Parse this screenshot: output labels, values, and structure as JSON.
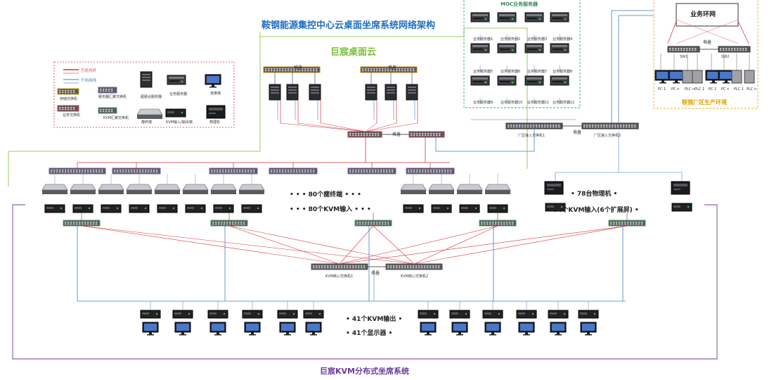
{
  "title": "鞍钢能源集控中心云桌面坐席系统网络架构",
  "cloud_label": "巨宸桌面云",
  "moc": {
    "label": "MOC业务服务器",
    "servers": [
      "业务服务器1",
      "业务服务器2",
      "业务服务器3",
      "业务服务器4",
      "业务服务器5",
      "业务服务器6",
      "业务服务器7",
      "业务服务器8",
      "业务服务器9",
      "业务服务器10",
      "业务服务器11",
      "业务服务器12"
    ]
  },
  "plant": {
    "ring_label": "业务环网",
    "stack_label": "堆叠",
    "label": "鞍钢厂区生产环境",
    "switches": [
      "SW1",
      "SW2"
    ],
    "devices": [
      "PC 1",
      "PC n",
      "PLC 1",
      "PLC n",
      "PC 1",
      "PC n",
      "PLC 1",
      "PLC n"
    ]
  },
  "legend": {
    "items": [
      "万兆光纤",
      "千兆网线"
    ],
    "devices": [
      "存储交换机",
      "服务器汇聚交换机",
      "超融合服务器",
      "业务服务器",
      "坐席端",
      "业务交换机",
      "KVM汇聚交换机",
      "瘦终端",
      "KVM输入/输出端",
      "物理机"
    ]
  },
  "cloud": {
    "stack_labels": [
      "堆叠",
      "堆叠",
      "堆叠"
    ]
  },
  "factory_switches": {
    "labels": [
      "厂区接入交换机1",
      "厂区接入交换机2"
    ],
    "stack_label": "堆叠"
  },
  "seats": {
    "line1": "• • • 80个瘦终端 • • •",
    "line2": "• • • 80个KVM输入 • • •"
  },
  "physical": {
    "line1": "• 78台物理机 •",
    "line2": "• 84个KVM输入(6个扩展屏) •"
  },
  "core": {
    "labels": [
      "KVM核心交换机1",
      "KVM核心交换机2"
    ],
    "stack_label": "堆叠"
  },
  "outputs": {
    "line1": "• 41个KVM输出 •",
    "line2": "• 41个显示器 •"
  },
  "kvm_label": "巨宸KVM分布式坐席系统",
  "colors": {
    "fiber": "#d9343a",
    "copper": "#3f7fbf",
    "cloud_border": "#7bbf3a",
    "moc_border": "#3aa87a",
    "plant_border": "#f0b020",
    "kvm_border": "#6b3aa0",
    "title": "#1f6fc0"
  }
}
